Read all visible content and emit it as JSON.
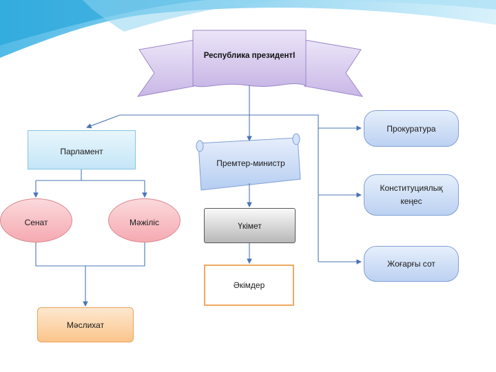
{
  "diagram": {
    "president": "Республика президентІ",
    "prosecutor": "Прокуратура",
    "parliament": "Парламент",
    "premier": "Премтер-министр",
    "constitutional_council": "Конституциялық кеңес",
    "senate": "Сенат",
    "mazhilis": "Мәжіліс",
    "government": "Үкімет",
    "supreme_court": "Жоғарғы сот",
    "akims": "Әкімдер",
    "maslikhat": "Мәслихат"
  },
  "colors": {
    "background": "#ffffff",
    "connector": "#4a74b5",
    "president_banner": "#d5c6ec",
    "parliament": "#cdeaf8",
    "chambers": "#f8bcc2",
    "maslikhat": "#fcd3a5",
    "premier_scroll": "#c6d8f3",
    "government": "#c9c9c9",
    "akims_border": "#f0a860",
    "right_bodies": "#c9dbf5"
  }
}
